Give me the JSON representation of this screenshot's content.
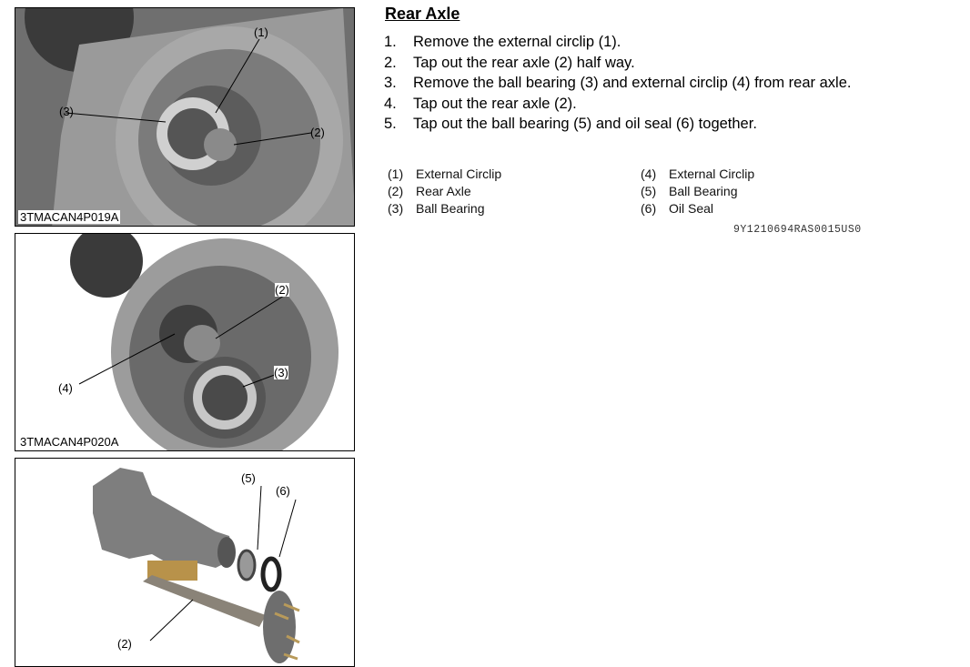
{
  "section_title": "Rear Axle",
  "steps": [
    {
      "num": "1.",
      "text": "Remove the external circlip (1)."
    },
    {
      "num": "2.",
      "text": "Tap out the rear axle (2) half way."
    },
    {
      "num": "3.",
      "text": "Remove the ball bearing (3) and external circlip (4) from rear axle."
    },
    {
      "num": "4.",
      "text": "Tap out the rear axle (2)."
    },
    {
      "num": "5.",
      "text": "Tap out the ball bearing (5) and oil seal (6) together."
    }
  ],
  "legend_left": [
    {
      "num": "(1)",
      "label": "External Circlip"
    },
    {
      "num": "(2)",
      "label": "Rear Axle"
    },
    {
      "num": "(3)",
      "label": "Ball Bearing"
    }
  ],
  "legend_right": [
    {
      "num": "(4)",
      "label": "External Circlip"
    },
    {
      "num": "(5)",
      "label": "Ball Bearing"
    },
    {
      "num": "(6)",
      "label": "Oil Seal"
    }
  ],
  "doc_id": "9Y1210694RAS0015US0",
  "figures": [
    {
      "code": "3TMACAN4P019A",
      "callouts": [
        "(1)",
        "(2)",
        "(3)"
      ]
    },
    {
      "code": "3TMACAN4P020A",
      "callouts": [
        "(2)",
        "(3)",
        "(4)"
      ]
    },
    {
      "callouts": [
        "(5)",
        "(6)",
        "(2)"
      ]
    }
  ]
}
